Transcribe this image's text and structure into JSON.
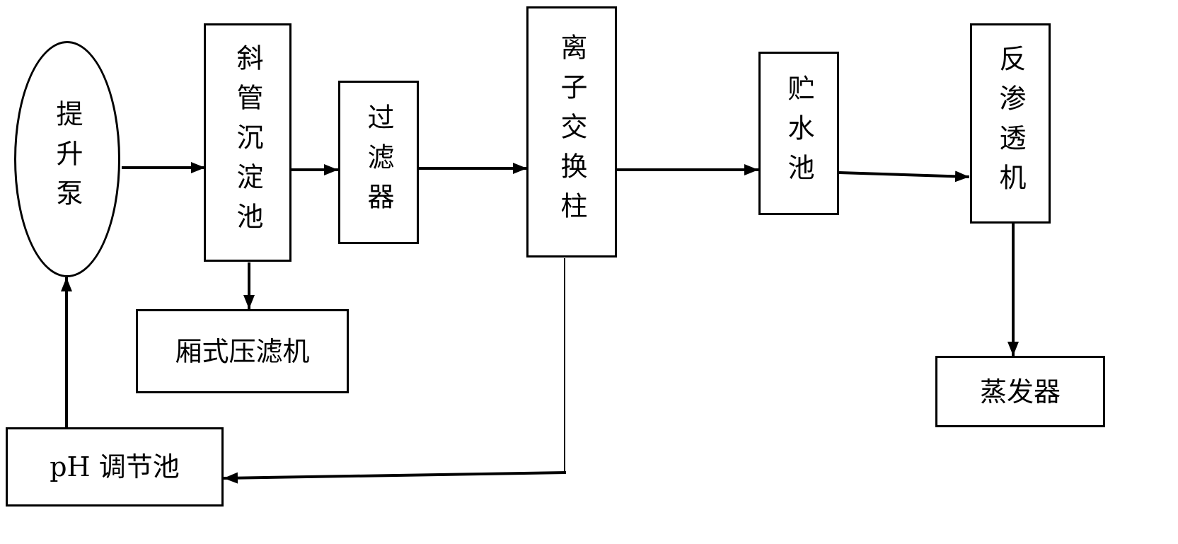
{
  "nodes": {
    "lift_pump": "提升泵",
    "inclined_tube_tank": "斜管沉淀池",
    "filter": "过滤器",
    "ion_exchange_column": "离子交换柱",
    "storage_tank": "贮水池",
    "reverse_osmosis": "反渗透机",
    "chamber_filter_press": "厢式压滤机",
    "ph_tank": "pH 调节池",
    "evaporator": "蒸发器"
  },
  "colors": {
    "stroke": "#000000",
    "background": "#ffffff"
  }
}
